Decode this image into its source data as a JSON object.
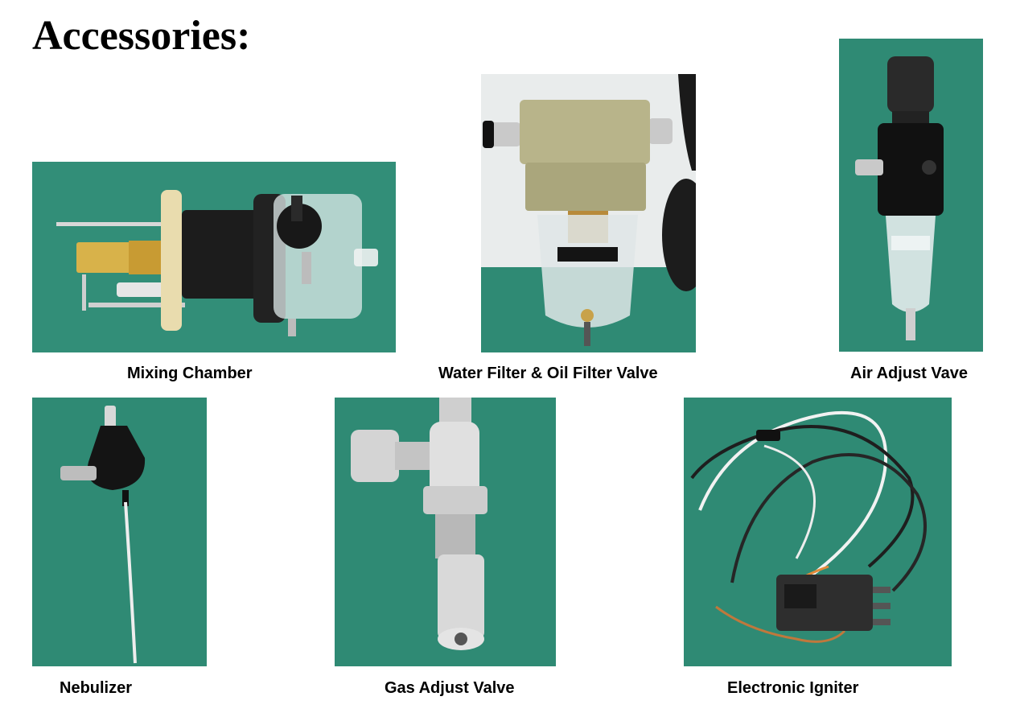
{
  "page": {
    "title": "Accessories:"
  },
  "colors": {
    "background": "#ffffff",
    "photo_backdrop": "#2f8a74",
    "text": "#000000"
  },
  "items": [
    {
      "caption": "Mixing Chamber",
      "icon": "mixing-chamber-photo"
    },
    {
      "caption": "Water Filter & Oil Filter Valve",
      "icon": "water-oil-filter-valve-photo"
    },
    {
      "caption": "Air Adjust Vave",
      "icon": "air-adjust-valve-photo"
    },
    {
      "caption": "Nebulizer",
      "icon": "nebulizer-photo"
    },
    {
      "caption": "Gas Adjust Valve",
      "icon": "gas-adjust-valve-photo"
    },
    {
      "caption": "Electronic Igniter",
      "icon": "electronic-igniter-photo"
    }
  ]
}
